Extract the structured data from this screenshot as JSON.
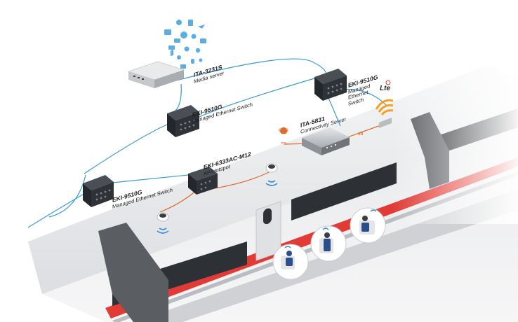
{
  "labels": {
    "media_server": {
      "title": "ITA-3231S",
      "subtitle": "Media server"
    },
    "switch_top_left": {
      "title": "EKI-9510G",
      "subtitle": "Managed Ethernet Switch"
    },
    "switch_top_right": {
      "title": "EKI-9510G",
      "subtitle": "Managed Ethernet Switch"
    },
    "connectivity_server": {
      "title": "ITA-5831",
      "subtitle": "Connectivity Server"
    },
    "ap_hotspot": {
      "title": "EKI-6333AC-M12",
      "subtitle": "AP/Hotspot"
    },
    "switch_left": {
      "title": "EKI-9510G",
      "subtitle": "Managed Ethernet Switch"
    }
  },
  "tags": {
    "gps": "GPS",
    "lte": "Lte",
    "x4": "x4"
  },
  "colors": {
    "cable_blue": "#3a9bd6",
    "cable_orange": "#e06a2b",
    "train_body": "#e9eaec",
    "train_window": "#2d3035",
    "train_stripe": "#e23b35",
    "icon_blue": "#5aaee4",
    "wifi_blue": "#3b8fd0",
    "signal_orange": "#f2a127"
  }
}
